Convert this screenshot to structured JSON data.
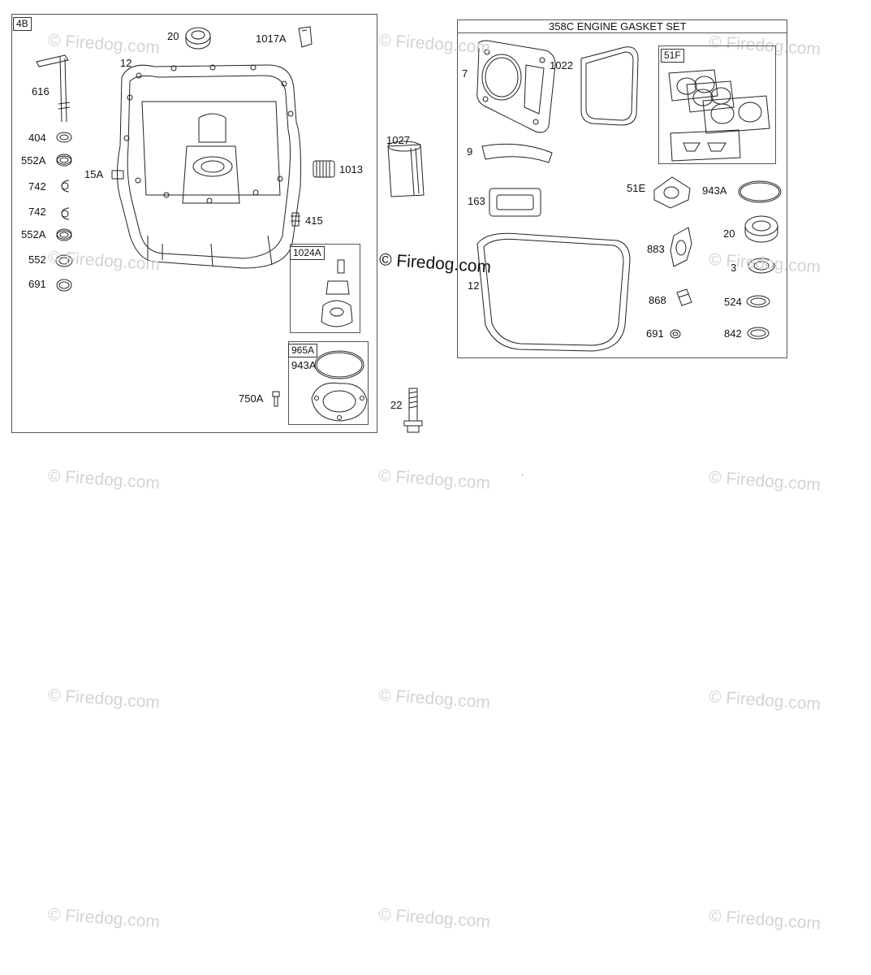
{
  "watermark_text": "© Firedog.com",
  "copyright_text": "© Firedog.com",
  "left_panel": {
    "tag": "4B",
    "labels": {
      "p20": "20",
      "p1017a": "1017A",
      "p12": "12",
      "p616": "616",
      "p404": "404",
      "p552a_1": "552A",
      "p15a": "15A",
      "p742_1": "742",
      "p742_2": "742",
      "p552a_2": "552A",
      "p552": "552",
      "p691": "691",
      "p1013": "1013",
      "p415": "415",
      "p750a": "750A"
    },
    "sub_1024a": {
      "tag": "1024A"
    },
    "sub_965a": {
      "tag": "965A",
      "label_943a": "943A"
    }
  },
  "middle": {
    "p1027": "1027",
    "p22": "22"
  },
  "right_panel": {
    "title": "358C ENGINE GASKET SET",
    "labels": {
      "p7": "7",
      "p1022": "1022",
      "p9": "9",
      "p163": "163",
      "p51e": "51E",
      "p943a": "943A",
      "p12": "12",
      "p883": "883",
      "p20": "20",
      "p3": "3",
      "p868": "868",
      "p524": "524",
      "p691": "691",
      "p842": "842"
    },
    "sub_51f": {
      "tag": "51F"
    }
  }
}
